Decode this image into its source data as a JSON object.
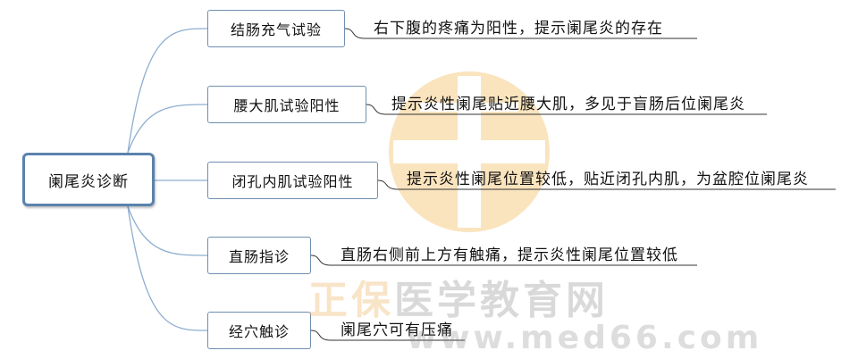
{
  "root": {
    "label": "阑尾炎诊断"
  },
  "branches": [
    {
      "label": "结肠充气试验",
      "detail": "右下腹的疼痛为阳性，提示阑尾炎的存在"
    },
    {
      "label": "腰大肌试验阳性",
      "detail": "提示炎性阑尾贴近腰大肌，多见于盲肠后位阑尾炎"
    },
    {
      "label": "闭孔内肌试验阳性",
      "detail": "提示炎性阑尾位置较低，贴近闭孔内肌，为盆腔位阑尾炎"
    },
    {
      "label": "直肠指诊",
      "detail": "直肠右侧前上方有触痛，提示炎性阑尾位置较低"
    },
    {
      "label": "经穴触诊",
      "detail": "阑尾穴可有压痛"
    }
  ],
  "watermark": {
    "brand_a": "正保",
    "brand_b": "医学教育网",
    "url": "www.med66.com"
  },
  "colors": {
    "connector": "#8eaed0",
    "node_border": "#6f8fb0",
    "root_border": "#5a83ad",
    "underline": "#333333",
    "watermark_logo": "#f2b447"
  }
}
